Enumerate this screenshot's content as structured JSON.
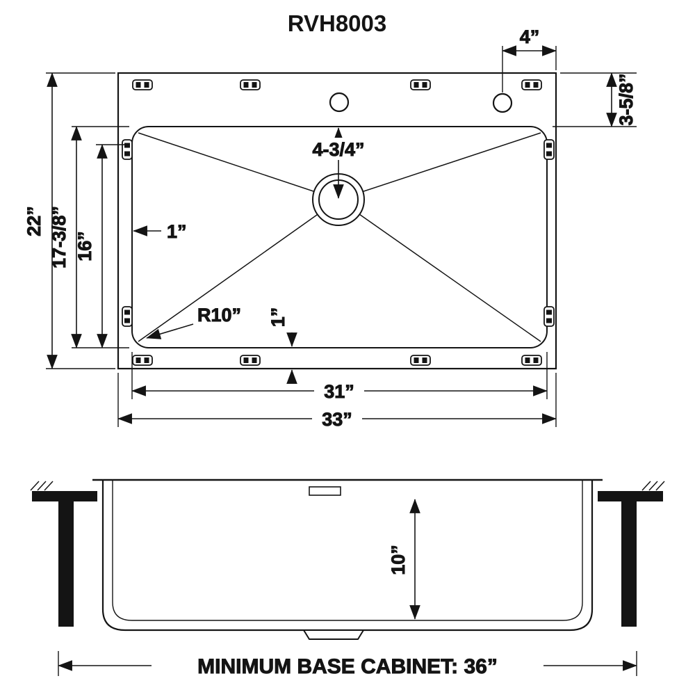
{
  "title": "RVH8003",
  "top_view": {
    "faucet_spacing": "4”",
    "rim_to_hole": "3-5/8”",
    "drain_from_top": "4-3/4”",
    "rim_width_left": "1”",
    "corner_radius": "R10”",
    "rim_width_bottom": "1”",
    "bowl_width": "31”",
    "overall_width": "33”",
    "overall_depth": "22”",
    "bowl_depth_outer": "17-3/8”",
    "bowl_depth_inner": "16”"
  },
  "side_view": {
    "bowl_height": "10”",
    "cabinet_note": "MINIMUM BASE CABINET: 36”"
  }
}
